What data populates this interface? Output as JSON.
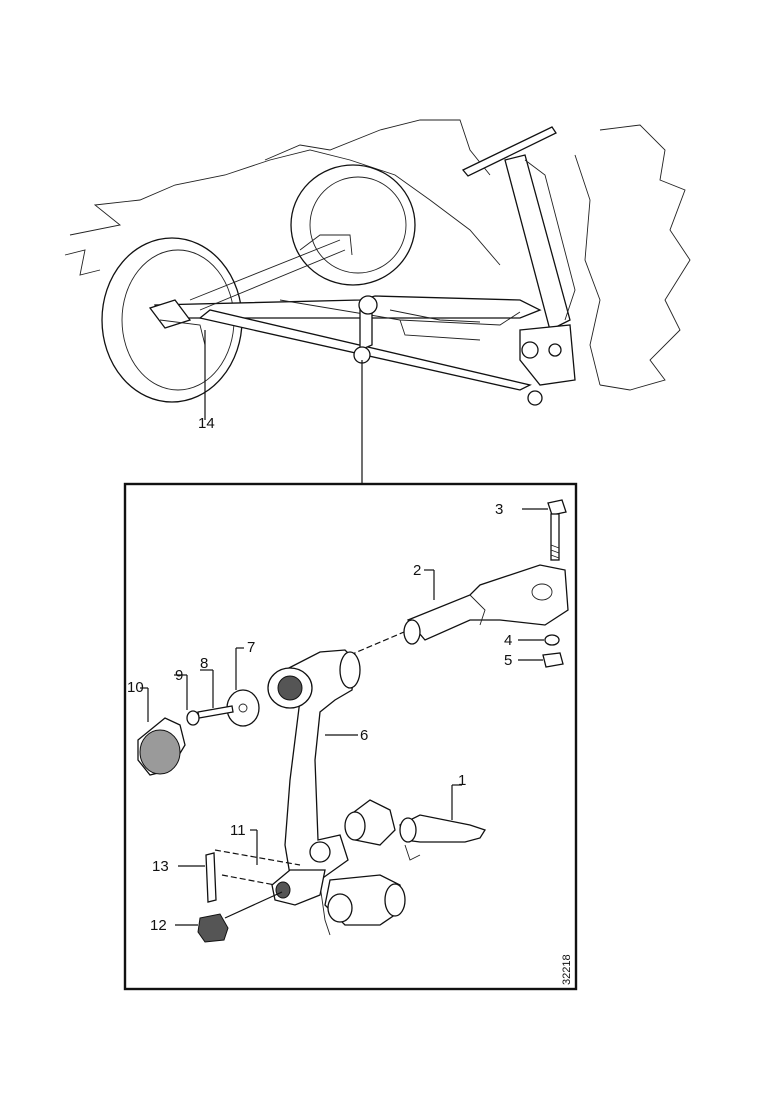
{
  "callouts": {
    "c1": "1",
    "c2": "2",
    "c3": "3",
    "c4": "4",
    "c5": "5",
    "c6": "6",
    "c7": "7",
    "c8": "8",
    "c9": "9",
    "c10": "10",
    "c11": "11",
    "c12": "12",
    "c13": "13",
    "c14": "14"
  },
  "drawing_number": "32218"
}
